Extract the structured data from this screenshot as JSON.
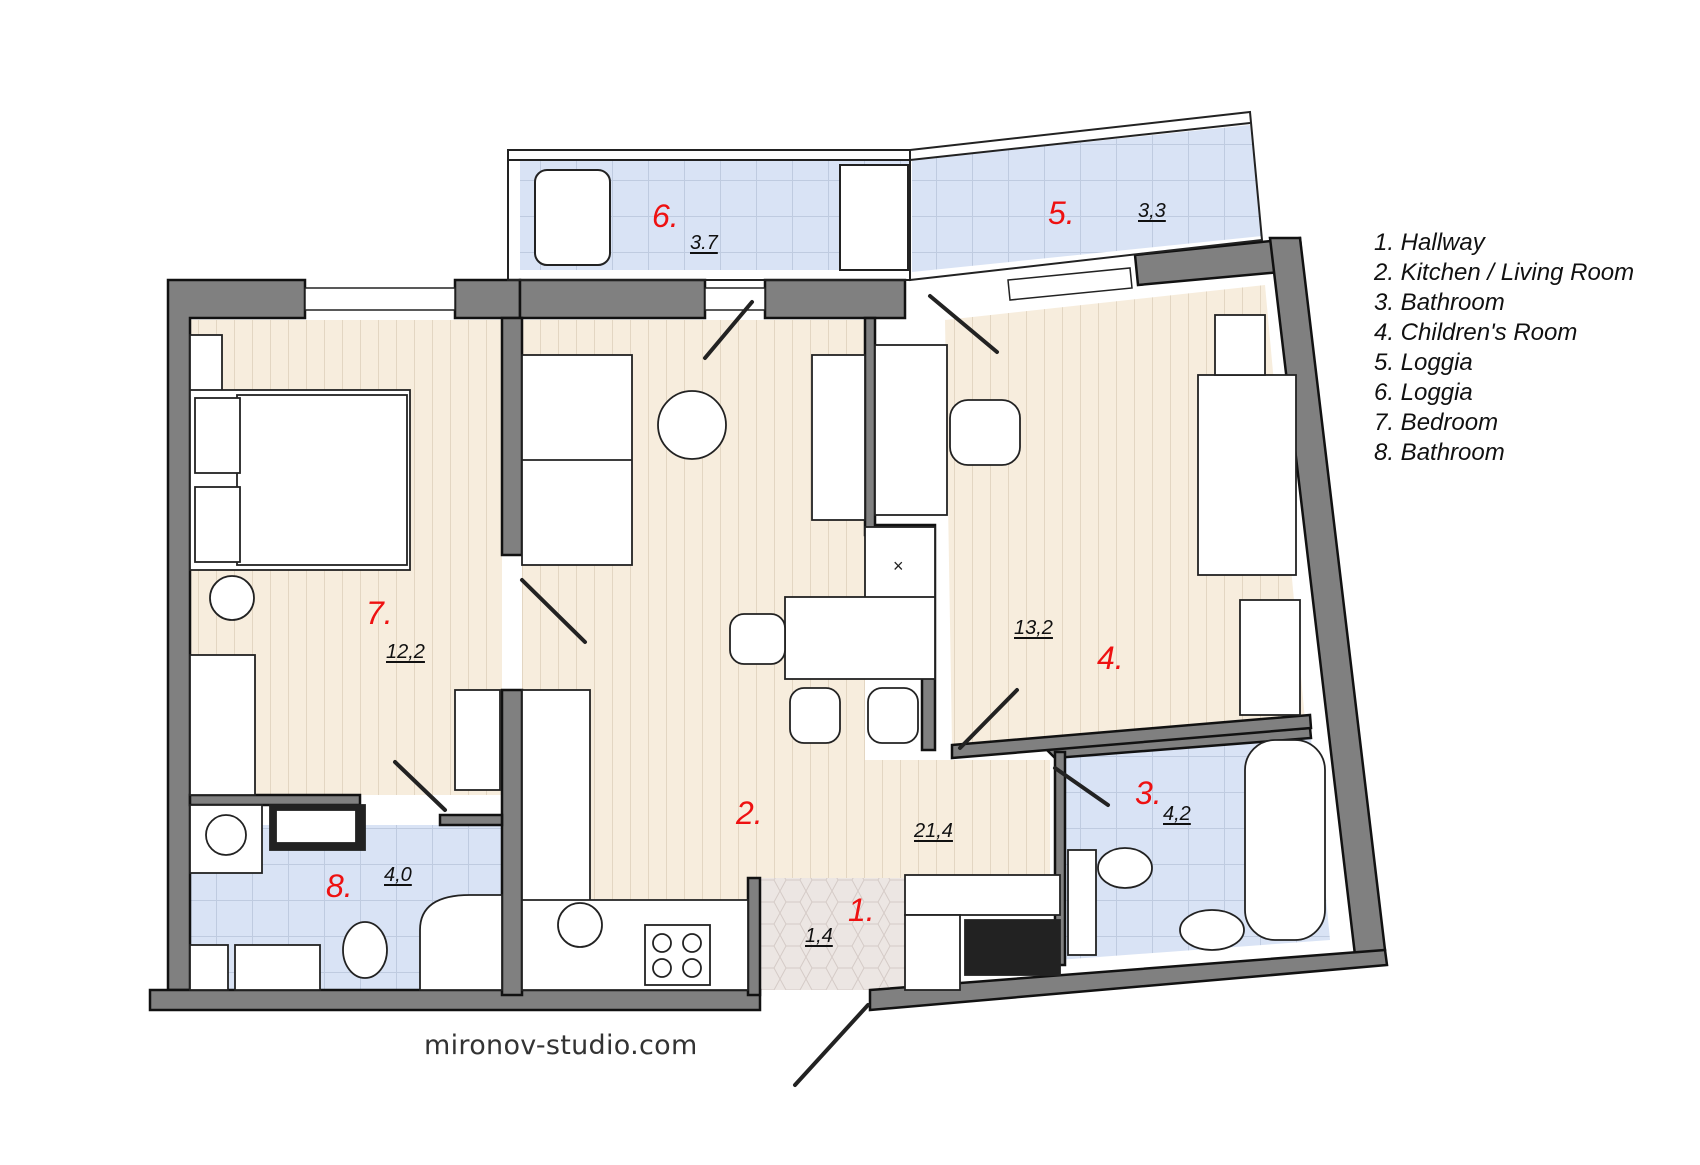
{
  "legend": [
    {
      "num": "1.",
      "name": "Hallway",
      "label": "1. Hallway"
    },
    {
      "num": "2.",
      "name": "Kitchen / Living Room",
      "label": "2. Kitchen / Living Room"
    },
    {
      "num": "3.",
      "name": "Bathroom",
      "label": "3. Bathroom"
    },
    {
      "num": "4.",
      "name": "Children's Room",
      "label": "4. Children's Room"
    },
    {
      "num": "5.",
      "name": "Loggia",
      "label": "5. Loggia"
    },
    {
      "num": "6.",
      "name": "Loggia",
      "label": "6. Loggia"
    },
    {
      "num": "7.",
      "name": "Bedroom",
      "label": "7. Bedroom"
    },
    {
      "num": "8.",
      "name": "Bathroom",
      "label": "8. Bathroom"
    }
  ],
  "rooms": {
    "r1": {
      "num": "1.",
      "area": "1,4"
    },
    "r2": {
      "num": "2.",
      "area": "21,4"
    },
    "r3": {
      "num": "3.",
      "area": "4,2"
    },
    "r4": {
      "num": "4.",
      "area": "13,2"
    },
    "r5": {
      "num": "5.",
      "area": "3,3"
    },
    "r6": {
      "num": "6.",
      "area": "3.7"
    },
    "r7": {
      "num": "7.",
      "area": "12,2"
    },
    "r8": {
      "num": "8.",
      "area": "4,0"
    }
  },
  "watermark": "mironov-studio.com",
  "colors": {
    "wall": "#808080",
    "wood_floor": "#f5ead9",
    "tile_floor": "#d6e0f3",
    "hall_tile": "#e8e2df",
    "room_number": "#ee1111"
  }
}
